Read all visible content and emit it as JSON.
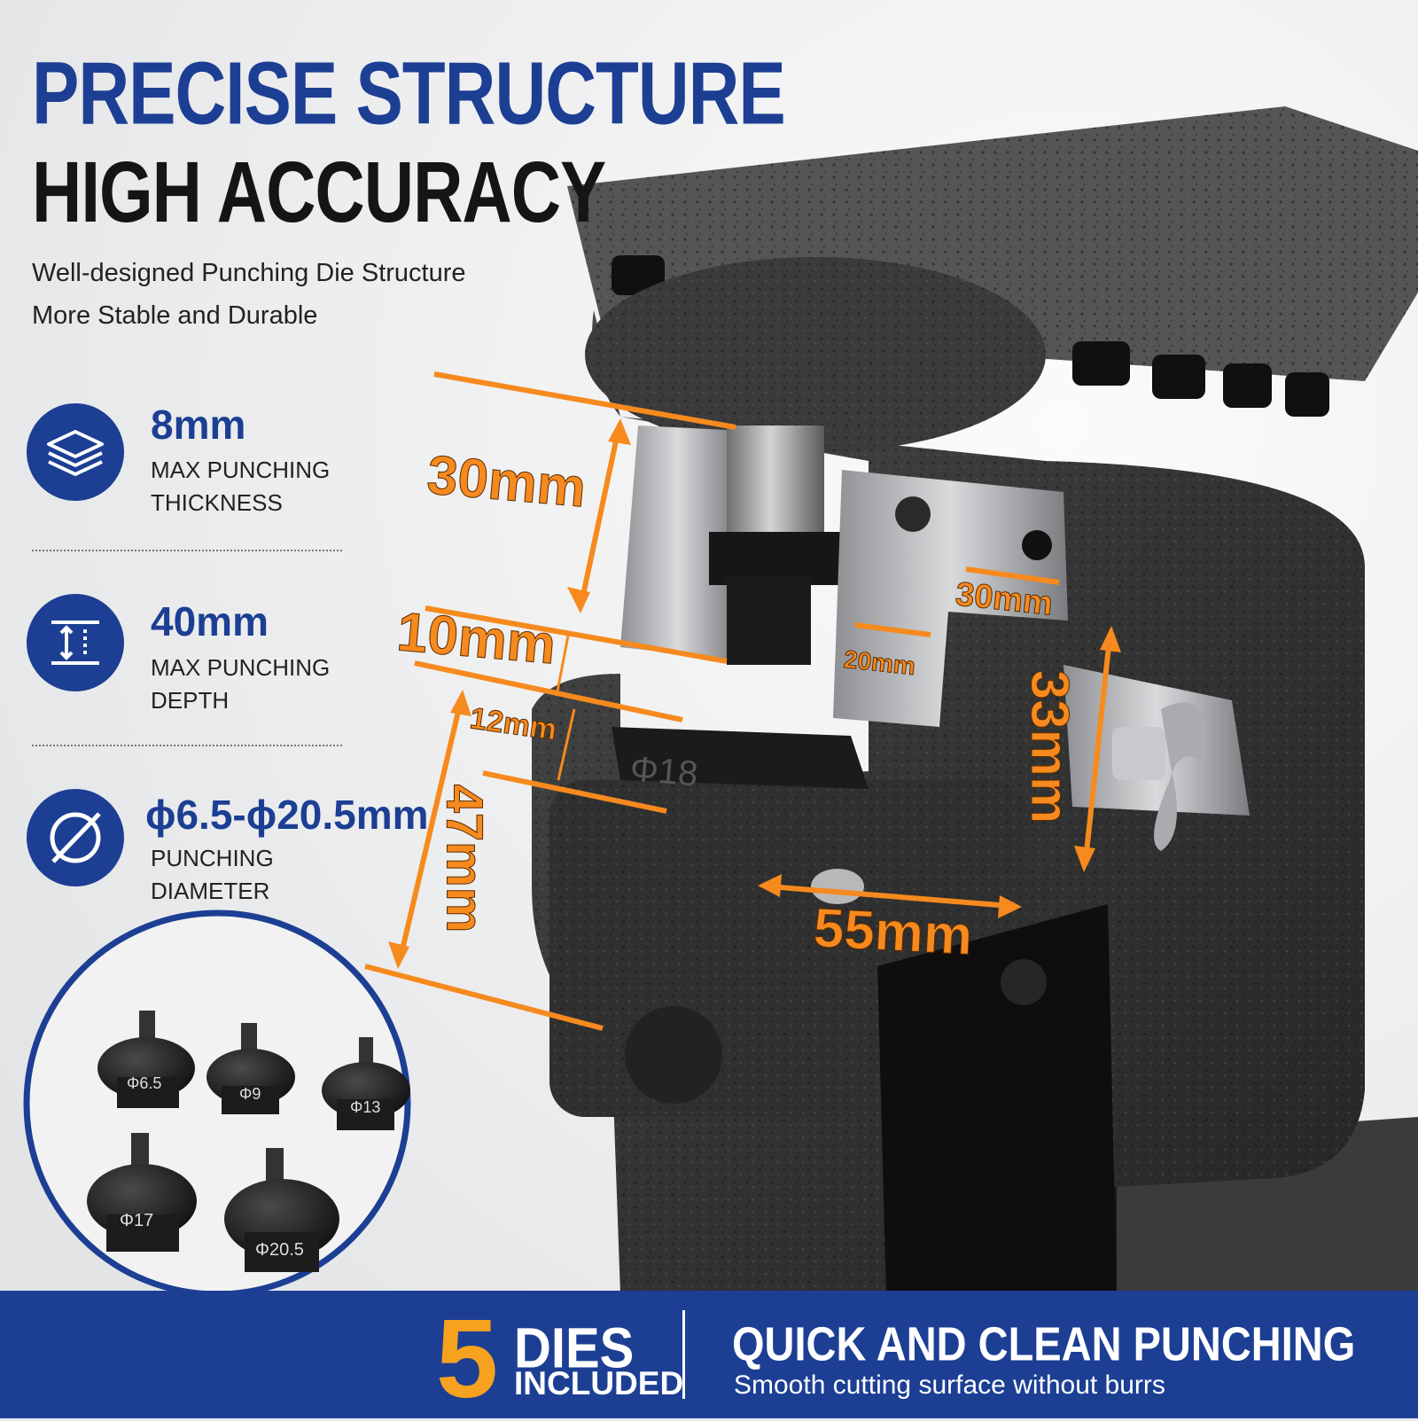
{
  "headline": {
    "line1": "PRECISE STRUCTURE",
    "line2": "HIGH ACCURACY"
  },
  "subtitle": {
    "line1": "Well-designed Punching Die Structure",
    "line2": "More Stable and Durable"
  },
  "specs": [
    {
      "icon": "layers-icon",
      "value": "8mm",
      "label_line1": "MAX PUNCHING",
      "label_line2": "THICKNESS"
    },
    {
      "icon": "depth-icon",
      "value": "40mm",
      "label_line1": "MAX PUNCHING",
      "label_line2": "DEPTH"
    },
    {
      "icon": "diameter-icon",
      "value": "ϕ6.5-ϕ20.5mm",
      "label_line1": "PUNCHING",
      "label_line2": "DIAMETER"
    }
  ],
  "dimensions": {
    "d30_left": "30mm",
    "d10": "10mm",
    "d12": "12mm",
    "d47": "47mm",
    "d30_right": "30mm",
    "d20": "20mm",
    "d33": "33mm",
    "d55": "55mm"
  },
  "die_marking": "Φ18",
  "dies": [
    "Φ6.5",
    "Φ9",
    "Φ13",
    "Φ17",
    "Φ20.5"
  ],
  "bottom": {
    "count": "5",
    "dies_word": "DIES",
    "included": "INCLUDED",
    "title": "QUICK AND CLEAN PUNCHING",
    "subtitle": "Smooth cutting surface without burrs"
  },
  "colors": {
    "brand_blue": "#1c3f94",
    "accent_orange": "#f68a1e",
    "dies_gold": "#f6a21e"
  }
}
